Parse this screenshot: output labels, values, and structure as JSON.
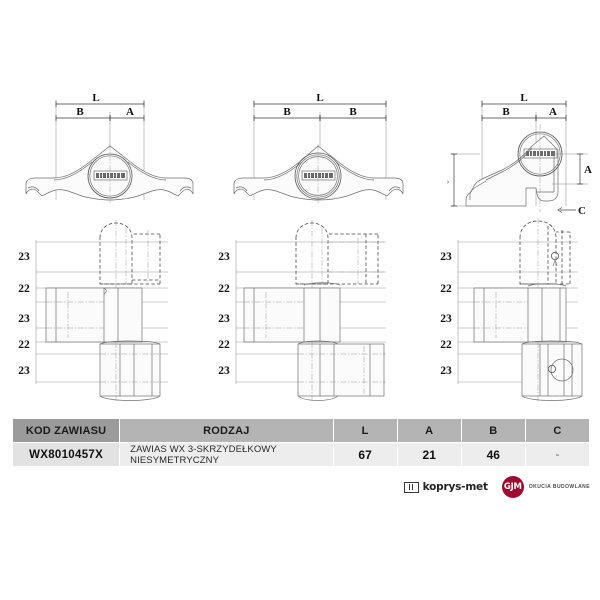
{
  "document": {
    "type": "technical-datasheet",
    "background": "#ffffff"
  },
  "drawings": {
    "top_row": [
      {
        "id": "top-view-left",
        "view": "top-view",
        "dimension_labels": [
          "L",
          "B",
          "A"
        ]
      },
      {
        "id": "top-view-center",
        "view": "top-view",
        "dimension_labels": [
          "L",
          "B",
          "B"
        ]
      },
      {
        "id": "top-view-right",
        "view": "top-view-section",
        "dimension_labels": [
          "L",
          "B",
          "A",
          "A",
          "C"
        ]
      }
    ],
    "bottom_row": [
      {
        "id": "front-view-left",
        "view": "front-view",
        "dimension_labels": [
          "23",
          "22",
          "23",
          "22",
          "23"
        ]
      },
      {
        "id": "front-view-center",
        "view": "front-view",
        "dimension_labels": [
          "23",
          "22",
          "23",
          "22",
          "23"
        ]
      },
      {
        "id": "front-view-right",
        "view": "front-view-section",
        "dimension_labels": [
          "23",
          "22",
          "23",
          "22",
          "23"
        ]
      }
    ]
  },
  "spec_table": {
    "headers": [
      "KOD ZAWIASU",
      "RODZAJ",
      "L",
      "A",
      "B",
      "C"
    ],
    "rows": [
      {
        "code": "WX8010457X",
        "description": "ZAWIAS WX 3-SKRZYDEŁKOWY NIESYMETRYCZNY",
        "L": "67",
        "A": "21",
        "B": "46",
        "C": "-"
      }
    ],
    "colors": {
      "header_code_bg": "#9b9b9b",
      "header_bg": "#b4b4b4",
      "row_code_bg": "#e2e2e2",
      "row_bg": "#ededed"
    }
  },
  "logos": {
    "koprys": {
      "name": "koprys-met",
      "text": "koprys-met"
    },
    "gjm": {
      "name": "GJM",
      "badge_text": "GJM",
      "tagline": "OKUCIA BUDOWLANE",
      "color": "#9e0b2e"
    }
  }
}
